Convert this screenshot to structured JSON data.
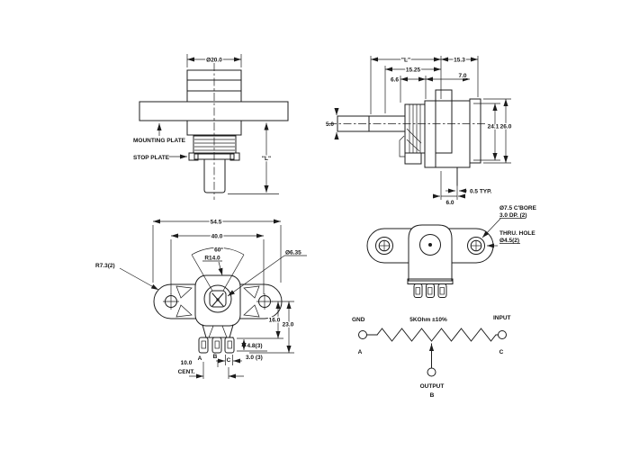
{
  "front_view": {
    "dim_diameter": "Ø20.0",
    "label_mounting_plate": "MOUNTING PLATE",
    "label_stop_plate": "STOP PLATE",
    "dim_length": "\"L\""
  },
  "side_view": {
    "dim_length": "\"L\"",
    "dim_rear_depth": "15.3",
    "dim_bushing": "15.25",
    "dim_thread": "6.6",
    "dim_front_depth": "7.0",
    "dim_shaft_dia": "5.0",
    "dim_body_height": "24.1",
    "dim_overall_height": "26.0",
    "dim_terminal_thickness": "0.5 TYP.",
    "dim_terminal_offset": "6.0"
  },
  "rear_view": {
    "dim_overall_width": "54.5",
    "dim_hole_spacing": "40.0",
    "dim_rotation_angle": "60°",
    "dim_travel_radius": "R14.0",
    "dim_lobe_radius": "R7.3(2)",
    "dim_shaft_diameter": "Ø6.35",
    "dim_16": "16.0",
    "dim_23": "23.0",
    "dim_terminal_length": "4.8(3)",
    "dim_terminal_width": "3.0 (3)",
    "dim_pitch_value": "10.0",
    "dim_pitch_word": "CENT.",
    "term_a": "A",
    "term_b": "B",
    "term_c": "C"
  },
  "face_view": {
    "note_cbore_line1": "Ø7.5 C'BORE",
    "note_cbore_line2": "3.0 DP. (2)",
    "note_thru_line1": "THRU. HOLE",
    "note_thru_line2": "Ø4.5(2)"
  },
  "schematic": {
    "label_gnd": "GND",
    "label_value": "5KOhm ±10%",
    "label_input": "INPUT",
    "label_output": "OUTPUT",
    "term_a": "A",
    "term_b": "B",
    "term_c": "C"
  },
  "style": {
    "line_color": "#1c1c1c",
    "background": "#ffffff"
  }
}
